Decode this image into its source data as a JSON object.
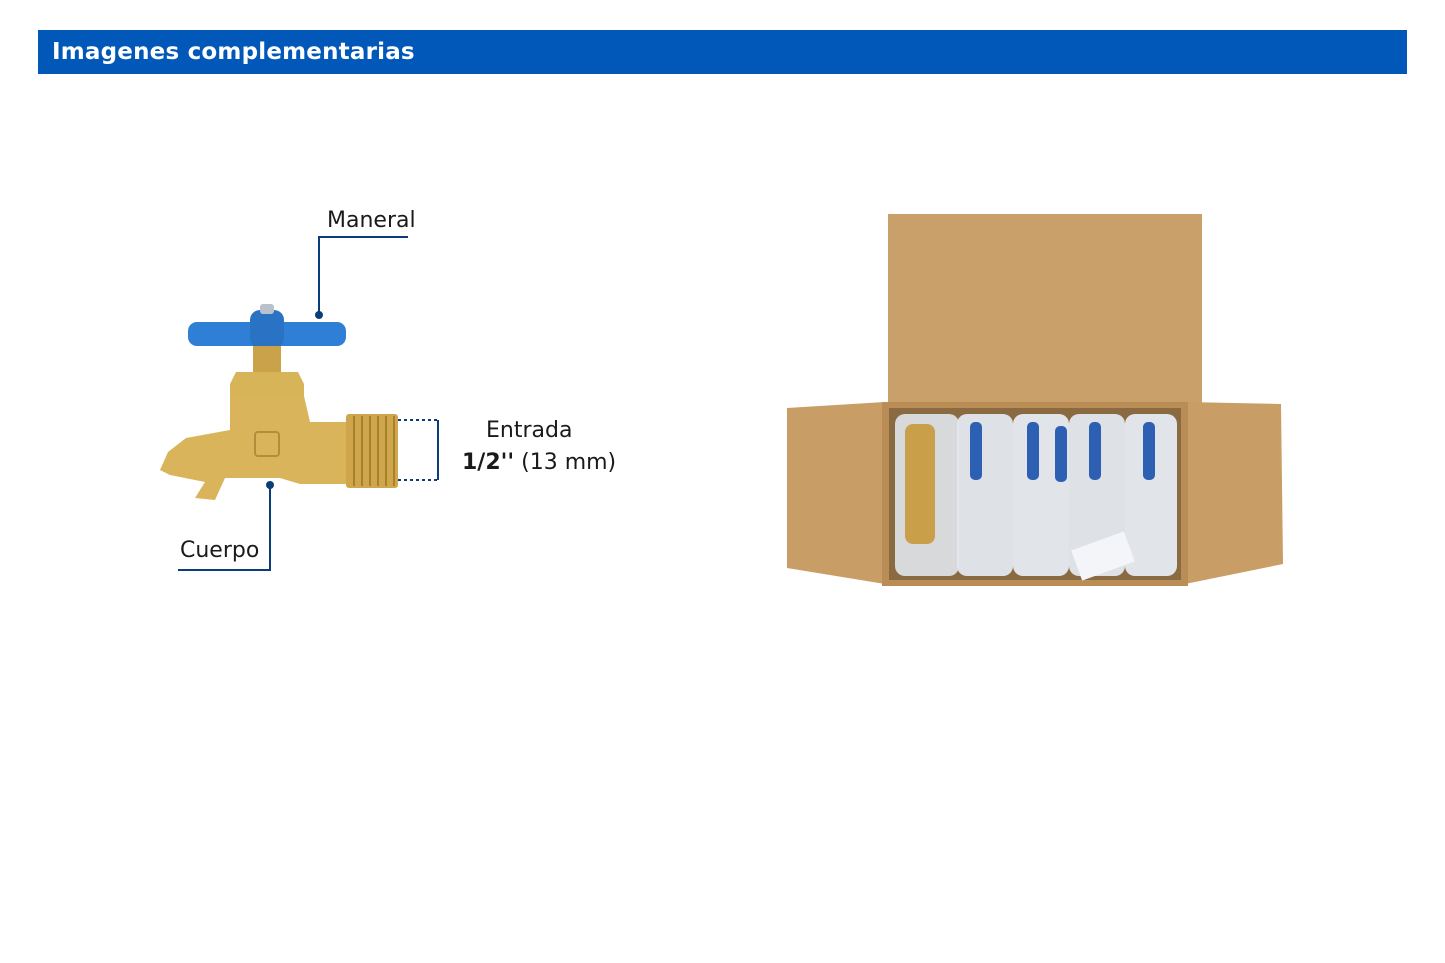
{
  "header": {
    "title": "Imagenes complementarias"
  },
  "diagram": {
    "label_maneral": "Maneral",
    "label_cuerpo": "Cuerpo",
    "label_entrada": "Entrada",
    "size_main": "1/2''",
    "size_secondary": " (13 mm)"
  },
  "colors": {
    "header_bg": "#0158b8",
    "header_text": "#ffffff",
    "callout_line": "#0b3d7a",
    "handle_blue": "#2f7fd6",
    "brass": "#d9b45a",
    "cardboard": "#c9a06a"
  }
}
